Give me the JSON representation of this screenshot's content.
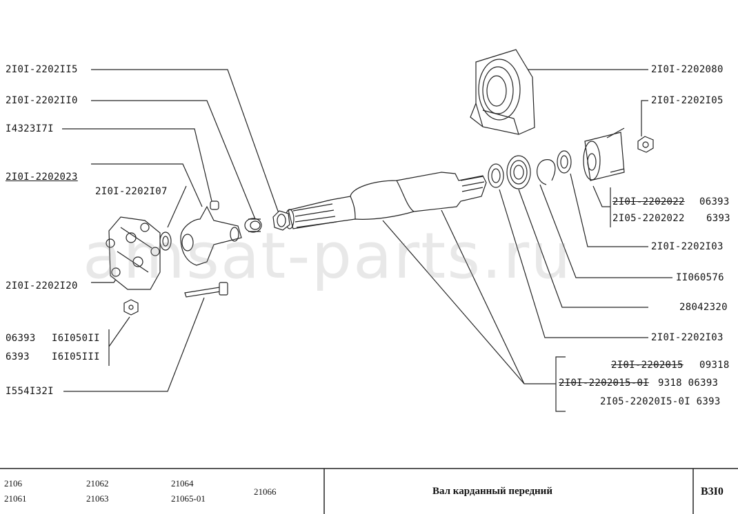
{
  "watermark": "amsat-parts.ru",
  "labels": {
    "l1": "2I0I-2202II5",
    "l2": "2I0I-2202II0",
    "l3": "I4323I7I",
    "l4": "2I0I-2202023",
    "l5": "2I0I-2202I07",
    "l6": "2I0I-2202I20",
    "l7a": "06393",
    "l7b": "I6I050II",
    "l8a": "6393",
    "l8b": "I6I05III",
    "l9": "I554I32I",
    "r1": "2I0I-2202080",
    "r2": "2I0I-2202I05",
    "r3a": "2I0I-2202022",
    "r3b": "06393",
    "r4a": "2I05-2202022",
    "r4b": "6393",
    "r5": "2I0I-2202I03",
    "r6": "II060576",
    "r7": "28042320",
    "r8": "2I0I-2202I03",
    "r9a": "2I0I-2202015",
    "r9b": "09318",
    "r10a": "2I0I-2202015-0I",
    "r10b": "9318  06393",
    "r11": "2I05-22020I5-0I  6393"
  },
  "footer": {
    "models": [
      "2106",
      "21061",
      "21062",
      "21063",
      "21064",
      "21065-01",
      "21066"
    ],
    "title": "Вал карданный передний",
    "code": "В3I0"
  }
}
